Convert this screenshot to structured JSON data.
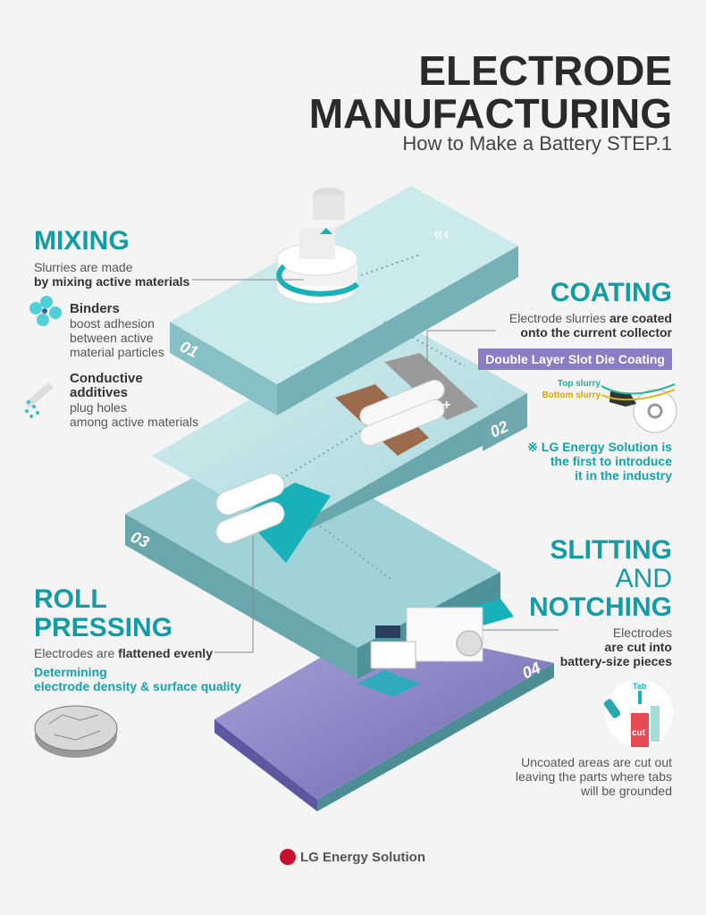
{
  "header": {
    "title_line1": "ELECTRODE",
    "title_line2": "MANUFACTURING",
    "subtitle": "How to Make a Battery STEP.1"
  },
  "mixing": {
    "title": "MIXING",
    "desc1": "Slurries are made",
    "desc2": "by mixing active materials",
    "binders_title": "Binders",
    "binders_desc": [
      "boost adhesion",
      "between active",
      "material particles"
    ],
    "conductive_title": [
      "Conductive",
      "additives"
    ],
    "conductive_desc": [
      "plug holes",
      "among active materials"
    ]
  },
  "coating": {
    "title": "COATING",
    "desc1_plain": "Electrode slurries ",
    "desc1_bold": "are coated",
    "desc2": "onto the current collector",
    "badge": "Double Layer Slot Die Coating",
    "top_slurry": "Top slurry",
    "bottom_slurry": "Bottom slurry",
    "note": [
      "※ LG Energy Solution is",
      "the first to introduce",
      "it in the industry"
    ]
  },
  "roll": {
    "title": [
      "ROLL",
      "PRESSING"
    ],
    "desc_plain": "Electrodes are ",
    "desc_bold": "flattened evenly",
    "note": [
      "Determining",
      "electrode density & surface quality"
    ]
  },
  "slitting": {
    "title1": "SLITTING",
    "title2": "AND",
    "title3": "NOTCHING",
    "desc": [
      "Electrodes",
      "are cut into",
      "battery-size pieces"
    ],
    "tab_label": "Tab",
    "cut_label": "cut",
    "note": [
      "Uncoated areas are cut out",
      "leaving the parts where tabs",
      "will be grounded"
    ]
  },
  "steps": [
    "01",
    "02",
    "03",
    "04"
  ],
  "electrode_signs": {
    "negative": "−",
    "positive": "+"
  },
  "footer": {
    "brand": "LG Energy Solution"
  },
  "colors": {
    "teal": "#149ca4",
    "platform_top": "#c6e7e9",
    "platform_side": "#84bfc3",
    "purple": "#8a7dc6"
  }
}
